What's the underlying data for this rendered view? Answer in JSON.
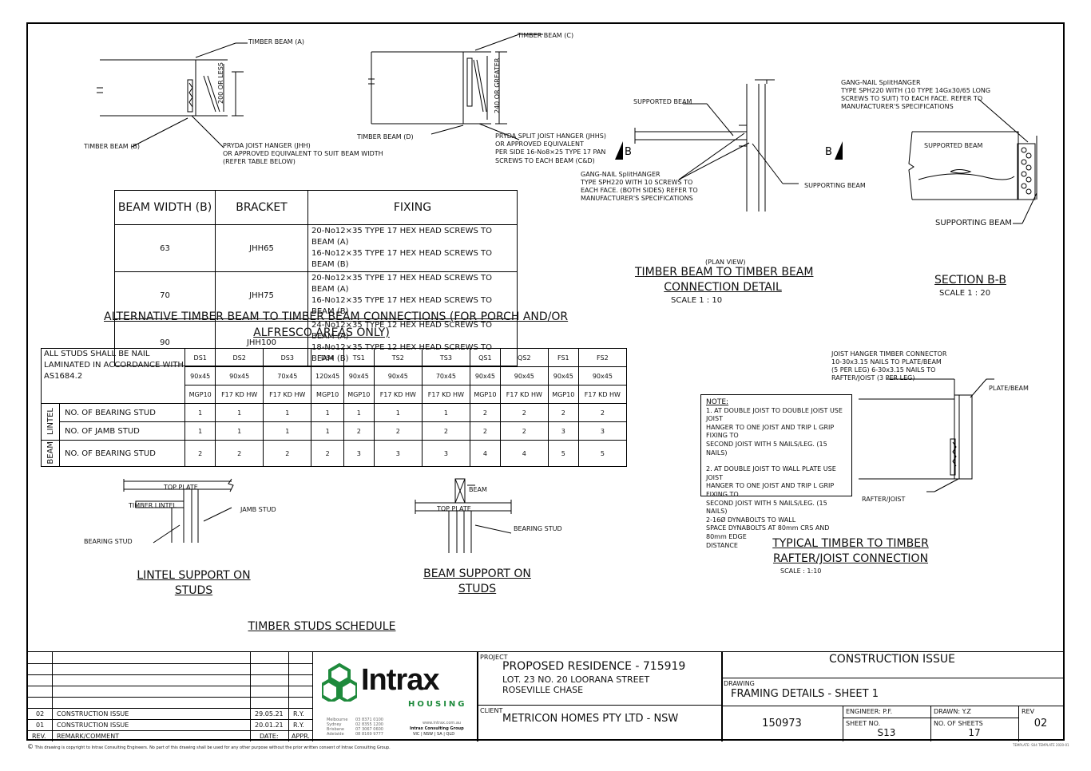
{
  "details": {
    "beam_a_label": "TIMBER BEAM (A)",
    "beam_b_label": "TIMBER BEAM (B)",
    "pryda_jhh_1": "PRYDA JOIST HANGER (JHH)",
    "pryda_jhh_2": "OR APPROVED EQUIVALENT TO SUIT BEAM WIDTH",
    "pryda_jhh_3": "(REFER TABLE BELOW)",
    "dim_200": "200 OR LESS",
    "beam_c_label": "TIMBER BEAM (C)",
    "beam_d_label": "TIMBER BEAM (D)",
    "dim_240": "240 OR GREATER",
    "jhhs_1": "PRYDA SPLIT JOIST HANGER (JHHS)",
    "jhhs_2": "OR APPROVED EQUIVALENT",
    "jhhs_3": "PER SIDE 16-No8×25 TYPE 17 PAN",
    "jhhs_4": "SCREWS TO EACH BEAM (C&D)",
    "supported_beam": "SUPPORTED BEAM",
    "supporting_beam": "SUPPORTING BEAM",
    "section_b": "B",
    "gang_1": "GANG-NAIL SplitHANGER",
    "gang_2": "TYPE SPH220 WITH 10 SCREWS TO",
    "gang_3": "EACH FACE. (BOTH SIDES) REFER TO",
    "gang_4": "MANUFACTURER'S SPECIFICATIONS",
    "gang2_1": "GANG-NAIL SplitHANGER",
    "gang2_2": "TYPE SPH220 WITH (10 TYPE 14Gx30/65 LONG",
    "gang2_3": "SCREWS TO SUIT) TO EACH FACE. REFER TO",
    "gang2_4": "MANUFACTURER'S SPECIFICATIONS",
    "supported_beam_2": "SUPPORTED BEAM",
    "supporting_beam_2": "SUPPORTING BEAM",
    "plan_view": "(PLAN VIEW)",
    "title_tb_1": "TIMBER BEAM TO TIMBER BEAM",
    "title_tb_2": "CONNECTION DETAIL",
    "scale_tb": "SCALE 1 : 10",
    "title_sec": "SECTION B-B",
    "scale_sec": "SCALE 1 : 20",
    "alt_title_1": "ALTERNATIVE TIMBER BEAM TO TIMBER BEAM CONNECTIONS (FOR PORCH AND/OR",
    "alt_title_2": "ALFRESCO AREAS ONLY)",
    "jh_1": "JOIST HANGER TIMBER CONNECTOR",
    "jh_2": "10-30x3.15 NAILS TO PLATE/BEAM",
    "jh_3": "(5 PER LEG) 6-30x3.15 NAILS TO",
    "jh_4": "RAFTER/JOIST (3 PER LEG)",
    "plate_beam": "PLATE/BEAM",
    "rafter_joist": "RAFTER/JOIST",
    "note_title": "NOTE:",
    "note_lines": [
      "1. AT DOUBLE JOIST TO DOUBLE JOIST USE JOIST",
      "HANGER TO ONE JOIST AND TRIP L GRIP FIXING TO",
      "SECOND JOIST WITH 5 NAILS/LEG. (15 NAILS)",
      "",
      "2. AT DOUBLE JOIST TO WALL PLATE USE JOIST",
      "HANGER TO ONE JOIST AND TRIP L GRIP FIXING TO",
      "SECOND JOIST WITH 5 NAILS/LEG. (15 NAILS)",
      "2-16Ø DYNABOLTS TO WALL",
      "SPACE DYNABOLTS AT 80mm CRS AND 80mm EDGE",
      "DISTANCE"
    ],
    "title_raf_1": "TYPICAL TIMBER TO TIMBER",
    "title_raf_2": "RAFTER/JOIST CONNECTION",
    "scale_raf": "SCALE : 1:10",
    "top_plate": "TOP PLATE",
    "timber_lintel": "TIMBER LINTEL",
    "jamb_stud": "JAMB STUD",
    "bearing_stud": "BEARING STUD",
    "title_lintel_1": "LINTEL SUPPORT ON",
    "title_lintel_2": "STUDS",
    "beam_lbl": "BEAM",
    "top_plate_2": "TOP PLATE",
    "bearing_stud_2": "BEARING STUD",
    "title_beam_1": "BEAM SUPPORT ON",
    "title_beam_2": "STUDS",
    "studs_schedule_title": "TIMBER STUDS SCHEDULE"
  },
  "beam_table": {
    "headers": [
      "BEAM WIDTH (B)",
      "BRACKET",
      "FIXING"
    ],
    "rows": [
      {
        "width": "63",
        "bracket": "JHH65",
        "fix1": "20-No12×35 TYPE 17 HEX HEAD SCREWS TO BEAM (A)",
        "fix2": "16-No12×35 TYPE 17 HEX HEAD SCREWS TO BEAM  (B)"
      },
      {
        "width": "70",
        "bracket": "JHH75",
        "fix1": "20-No12×35 TYPE 17 HEX HEAD SCREWS TO BEAM (A)",
        "fix2": "16-No12×35 TYPE 17 HEX HEAD SCREWS TO BEAM  (B)"
      },
      {
        "width": "90",
        "bracket": "JHH100",
        "fix1": "24-No12×35 TYPE 12 HEX HEAD SCREWS TO BEAM (A)",
        "fix2": "18-No12×35 TYPE 12 HEX HEAD SCREWS TO BEAM  (B)"
      }
    ]
  },
  "studs_table": {
    "note": "ALL STUDS SHALL BE NAIL LAMINATED IN ACCORDANCE WITH AS1684.2",
    "codes": [
      "DS1",
      "DS2",
      "DS3",
      "DS4",
      "TS1",
      "TS2",
      "TS3",
      "QS1",
      "QS2",
      "FS1",
      "FS2"
    ],
    "sizes": [
      "90x45",
      "90x45",
      "70x45",
      "120x45",
      "90x45",
      "90x45",
      "70x45",
      "90x45",
      "90x45",
      "90x45",
      "90x45"
    ],
    "grades": [
      "MGP10",
      "F17 KD HW",
      "F17 KD HW",
      "MGP10",
      "MGP10",
      "F17 KD HW",
      "F17 KD HW",
      "MGP10",
      "F17 KD HW",
      "MGP10",
      "F17 KD HW"
    ],
    "lintel_label": "LINTEL",
    "beam_label": "BEAM",
    "row_bearing_lintel": {
      "label": "NO. OF BEARING STUD",
      "values": [
        "1",
        "1",
        "1",
        "1",
        "1",
        "1",
        "1",
        "2",
        "2",
        "2",
        "2"
      ]
    },
    "row_jamb": {
      "label": "NO. OF JAMB STUD",
      "values": [
        "1",
        "1",
        "1",
        "1",
        "2",
        "2",
        "2",
        "2",
        "2",
        "3",
        "3"
      ]
    },
    "row_bearing_beam": {
      "label": "NO. OF BEARING STUD",
      "values": [
        "2",
        "2",
        "2",
        "2",
        "3",
        "3",
        "3",
        "4",
        "4",
        "5",
        "5"
      ]
    }
  },
  "title_block": {
    "revisions": [
      {
        "rev": "02",
        "remark": "CONSTRUCTION ISSUE",
        "date": "29.05.21",
        "appr": "R.Y."
      },
      {
        "rev": "01",
        "remark": "CONSTRUCTION ISSUE",
        "date": "20.01.21",
        "appr": "R.Y."
      }
    ],
    "rev_header": "REV.",
    "remark_header": "REMARK/COMMENT",
    "date_header": "DATE:",
    "appr_header": "APPR.",
    "logo_name": "Intrax",
    "logo_sub": "HOUSING",
    "offices": [
      "Melbourne",
      "Sydney",
      "Brisbane",
      "Adelaide"
    ],
    "phones": [
      "03 8371 0100",
      "02 8355 1200",
      "07 3067 0600",
      "08 8169 9777"
    ],
    "website": "www.intrax.com.au",
    "group": "Intrax Consulting Group",
    "states": "VIC | NSW | SA | QLD",
    "project_label": "PROJECT",
    "project_name": "PROPOSED RESIDENCE - 715919",
    "project_addr_1": "LOT. 23 NO. 20 LOORANA STREET",
    "project_addr_2": "ROSEVILLE CHASE",
    "client_label": "CLIENT",
    "client_name": "METRICON HOMES PTY LTD - NSW",
    "issue_status": "CONSTRUCTION ISSUE",
    "drawing_label": "DRAWING",
    "drawing_name": "FRAMING DETAILS - SHEET 1",
    "job_no": "150973",
    "engineer": "ENGINEER: P.F.",
    "drawn": "DRAWN: Y.Z",
    "rev_label": "REV",
    "rev_value": "02",
    "sheet_no_label": "SHEET NO.",
    "sheet_no": "S13",
    "no_sheets_label": "NO. OF SHEETS",
    "no_sheets": "17",
    "copyright": "This drawing is copyright to Intrax Consulting Engineers. No part of this drawing shall be used for any other purpose without the prior written consent of Intrax Consulting Group.",
    "template": "TEMPLATE: S04 TEMPLATE 2020-01"
  },
  "colors": {
    "logo_green": "#1e8a3c",
    "line": "#000000"
  }
}
